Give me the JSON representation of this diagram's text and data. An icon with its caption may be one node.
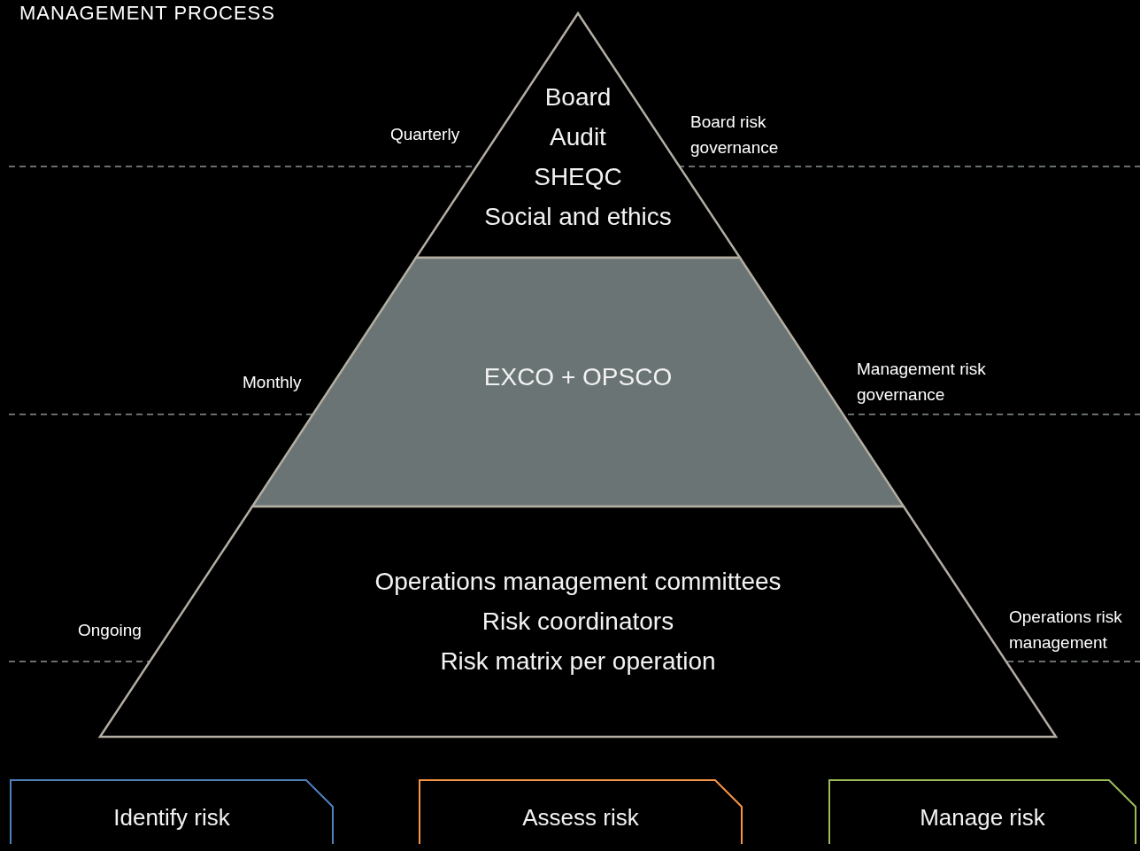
{
  "diagram": {
    "title": "MANAGEMENT PROCESS",
    "nodes": [
      {
        "text": [
          "Board",
          "Audit",
          "SHEQC",
          "Social and ethics"
        ],
        "beside": [
          "Quarterly",
          "Board risk governance"
        ]
      },
      {
        "text": [
          "EXCO + OPSCO"
        ],
        "beside": [
          "Monthly",
          "Management risk governance"
        ]
      },
      {
        "text": [
          "Operations management committees",
          "Risk coordinators",
          "Risk matrix per operation"
        ],
        "beside": [
          "Ongoing",
          "Operations risk management"
        ]
      },
      {
        "text": [
          "Identify risk"
        ]
      },
      {
        "text": [
          "Assess risk"
        ]
      },
      {
        "text": [
          "Manage risk"
        ]
      }
    ]
  }
}
